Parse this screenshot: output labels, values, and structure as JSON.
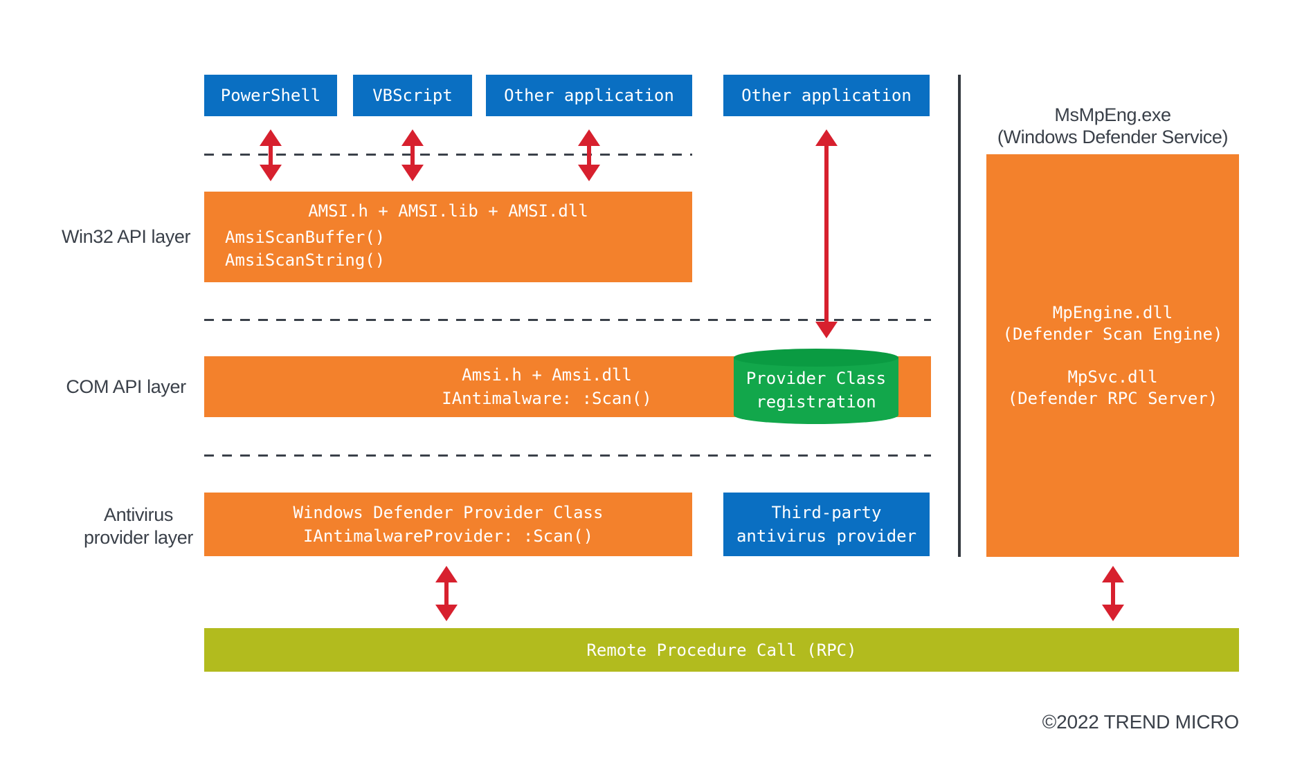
{
  "colors": {
    "blue": "#0A6FC2",
    "orange": "#F3812C",
    "green": "#12A74B",
    "green_dark": "#0A9B42",
    "olive": "#B2BB1E",
    "red": "#D7202E",
    "slate": "#3A4049"
  },
  "top_apps": [
    "PowerShell",
    "VBScript",
    "Other application",
    "Other application"
  ],
  "layer_labels": {
    "win32": "Win32 API layer",
    "com": "COM API layer",
    "antivirus_line1": "Antivirus",
    "antivirus_line2": "provider layer"
  },
  "win32_box": {
    "title": "AMSI.h + AMSI.lib + AMSI.dll",
    "fn1": "AmsiScanBuffer()",
    "fn2": "AmsiScanString()"
  },
  "com_box": {
    "line1": "Amsi.h + Amsi.dll",
    "line2": "IAntimalware: :Scan()"
  },
  "provider_registration": {
    "line1": "Provider Class",
    "line2": "registration"
  },
  "defender_provider_box": {
    "line1": "Windows Defender Provider Class",
    "line2": "IAntimalwareProvider: :Scan()"
  },
  "third_party_box": {
    "line1": "Third-party",
    "line2": "antivirus provider"
  },
  "defender_service": {
    "caption_line1": "MsMpEng.exe",
    "caption_line2": "(Windows Defender Service)",
    "engine_line1": "MpEngine.dll",
    "engine_line2": "(Defender Scan Engine)",
    "svc_line1": "MpSvc.dll",
    "svc_line2": "(Defender RPC Server)"
  },
  "rpc_bar": "Remote Procedure Call (RPC)",
  "footer": "©2022 TREND MICRO"
}
